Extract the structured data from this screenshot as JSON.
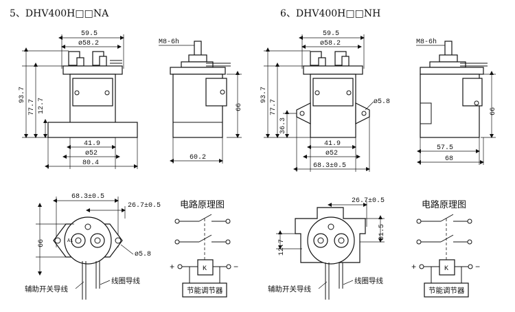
{
  "panels": {
    "left": {
      "heading": "5、DHV400H□□NA",
      "front_view": {
        "width_59_5": "59.5",
        "dia_58_2": "ø58.2",
        "h_93_7": "93.7",
        "h_77_7": "77.7",
        "h_12_7": "12.7",
        "w_41_9": "41.9",
        "dia_52": "ø52",
        "w_80_4": "80.4"
      },
      "side_view": {
        "thread": "M8-6h",
        "h_66": "66",
        "w_60_2": "60.2"
      },
      "bottom_view": {
        "pitch": "68.3±0.5",
        "offset": "26.7±0.5",
        "h_66": "66",
        "hole": "ø5.8",
        "aux_label": "辅助开关导线",
        "coil_label": "线圈导线"
      },
      "circuit": {
        "title": "电路原理图",
        "k": "K",
        "plus": "+",
        "minus": "−",
        "box": "节能调节器"
      }
    },
    "right": {
      "heading": "6、DHV400H□□NH",
      "front_view": {
        "width_59_5": "59.5",
        "dia_58_2": "ø58.2",
        "h_93_7": "93.7",
        "h_77_7": "77.7",
        "h_36_3": "36.3",
        "hole": "ø5.8",
        "w_41_9": "41.9",
        "dia_52": "ø52",
        "w_68_3": "68.3±0.5"
      },
      "side_view": {
        "thread": "M8-6h",
        "h_66": "66",
        "w_57_5": "57.5",
        "w_68": "68"
      },
      "bottom_view": {
        "offset": "26.7±0.5",
        "h_31_5": "31.5",
        "h_12_7": "12.7",
        "aux_label": "辅助开关导线",
        "coil_label": "线圈导线"
      },
      "circuit": {
        "title": "电路原理图",
        "k": "K",
        "plus": "+",
        "minus": "−",
        "box": "节能调节器"
      }
    }
  }
}
